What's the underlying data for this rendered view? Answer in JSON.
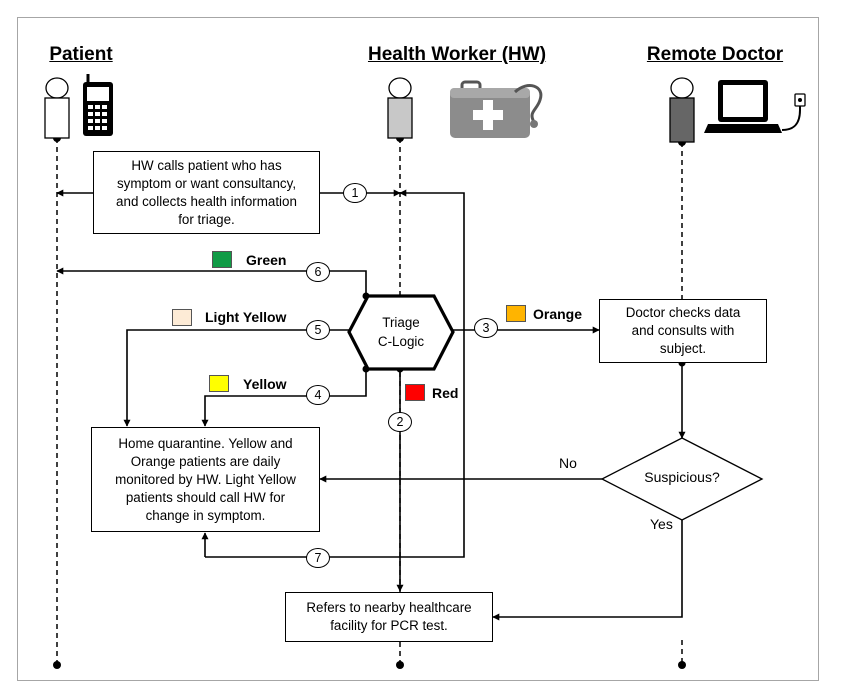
{
  "lanes": {
    "patient": "Patient",
    "health_worker": "Health Worker (HW)",
    "remote_doctor": "Remote Doctor"
  },
  "boxes": {
    "hw_calls": [
      "HW calls patient who has",
      "symptom or want consultancy,",
      "and collects health information",
      "for triage."
    ],
    "doctor_checks": [
      "Doctor checks data",
      "and consults with",
      "subject."
    ],
    "home_quarantine": [
      "Home quarantine. Yellow and",
      "Orange patients are daily",
      "monitored by HW. Light Yellow",
      "patients should call HW for",
      "change in symptom."
    ],
    "refers": [
      "Refers to nearby healthcare",
      "facility for PCR test."
    ]
  },
  "triage": [
    "Triage",
    "C-Logic"
  ],
  "decision": {
    "question": "Suspicious?",
    "no": "No",
    "yes": "Yes"
  },
  "categories": {
    "green": {
      "label": "Green",
      "color": "#119b46"
    },
    "light_yellow": {
      "label": "Light Yellow",
      "color": "#fdebd6"
    },
    "yellow": {
      "label": "Yellow",
      "color": "#ffff00"
    },
    "orange": {
      "label": "Orange",
      "color": "#ffb400"
    },
    "red": {
      "label": "Red",
      "color": "#ff0000"
    }
  },
  "steps": {
    "s1": "1",
    "s2": "2",
    "s3": "3",
    "s4": "4",
    "s5": "5",
    "s6": "6",
    "s7": "7"
  }
}
